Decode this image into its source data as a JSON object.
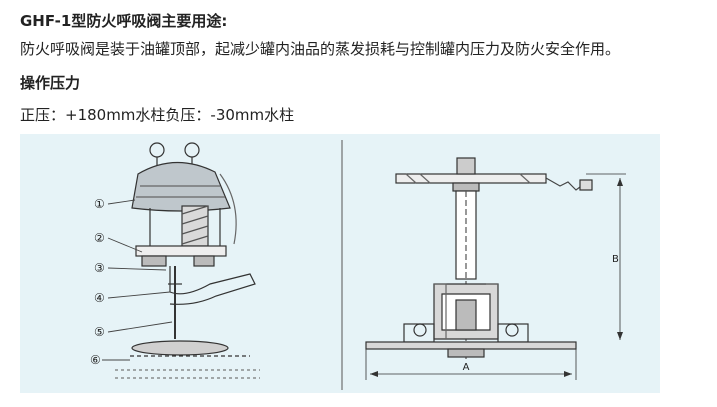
{
  "heading": "GHF-1型防火呼吸阀主要用途:",
  "description": "防火呼吸阀是装于油罐顶部，起减少罐内油品的蒸发损耗与控制罐内压力及防火安全作用。",
  "section_title": "操作压力",
  "pressure_text": "正压：+180mm水柱负压：-30mm水柱",
  "figure": {
    "callouts": [
      "①",
      "②",
      "③",
      "④",
      "⑤",
      "⑥"
    ],
    "dim_a": "A",
    "dim_b": "B"
  }
}
